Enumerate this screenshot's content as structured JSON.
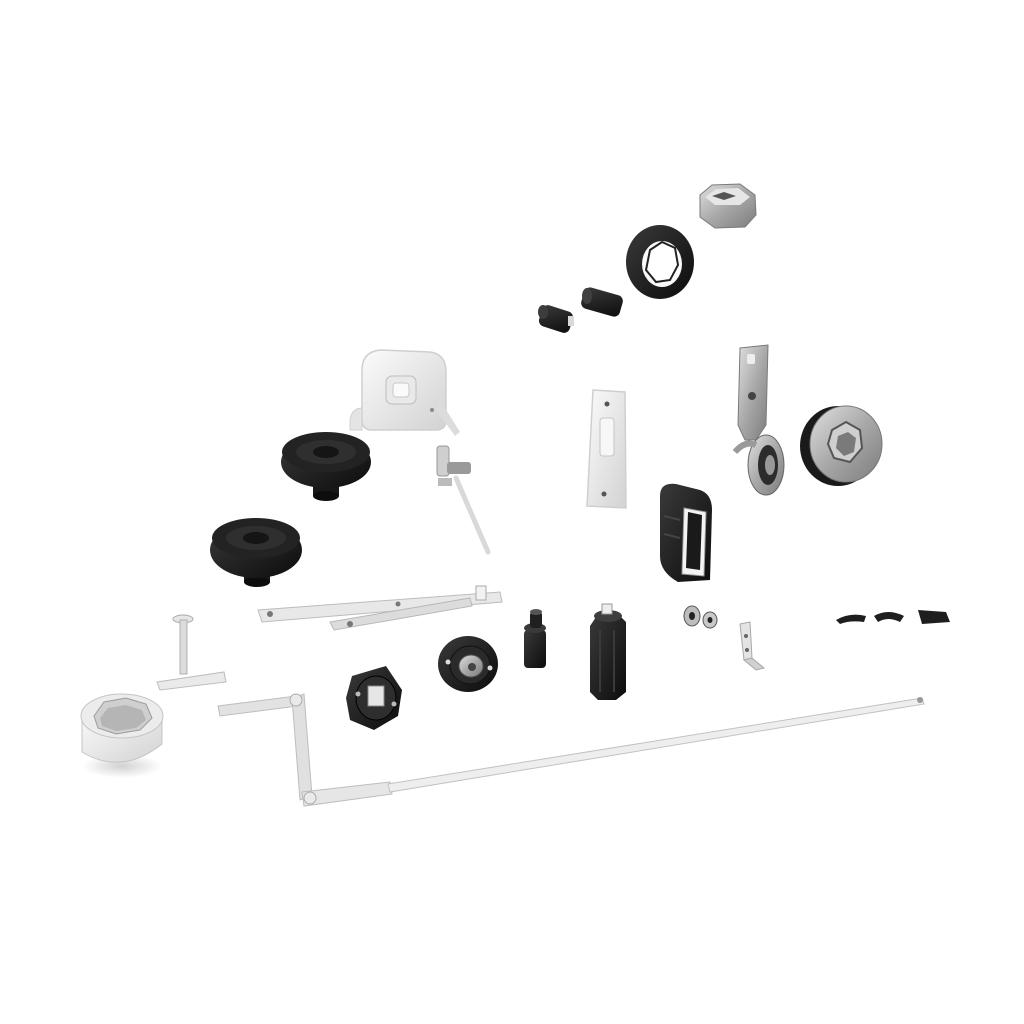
{
  "scene": {
    "background": "#ffffff",
    "palette": {
      "black": "#141414",
      "dark": "#2a2a2a",
      "mid": "#6a6a6a",
      "light": "#d6d6d6",
      "white": "#f2f2f2",
      "metal": "#b8b8b8",
      "metal_dark": "#8c8c8c"
    },
    "parts": [
      "octagonal-end-cap",
      "black-roller-ring",
      "small-plug-1",
      "small-plug-2",
      "strap-retractor-housing",
      "perforated-guide-plate",
      "metal-mounting-bracket",
      "galvanized-pulley-wheel",
      "black-pulley-upper",
      "black-pulley-lower",
      "crank-spindle",
      "black-strap-guide",
      "t-bracket",
      "friction-stay-arm",
      "small-rollers",
      "l-angle-bracket",
      "clip-set",
      "octagonal-tube-adapter",
      "winding-crank-rod",
      "bearing-plate",
      "hub-bearing-disc",
      "small-black-cylinder",
      "octagonal-axle-cap"
    ]
  }
}
